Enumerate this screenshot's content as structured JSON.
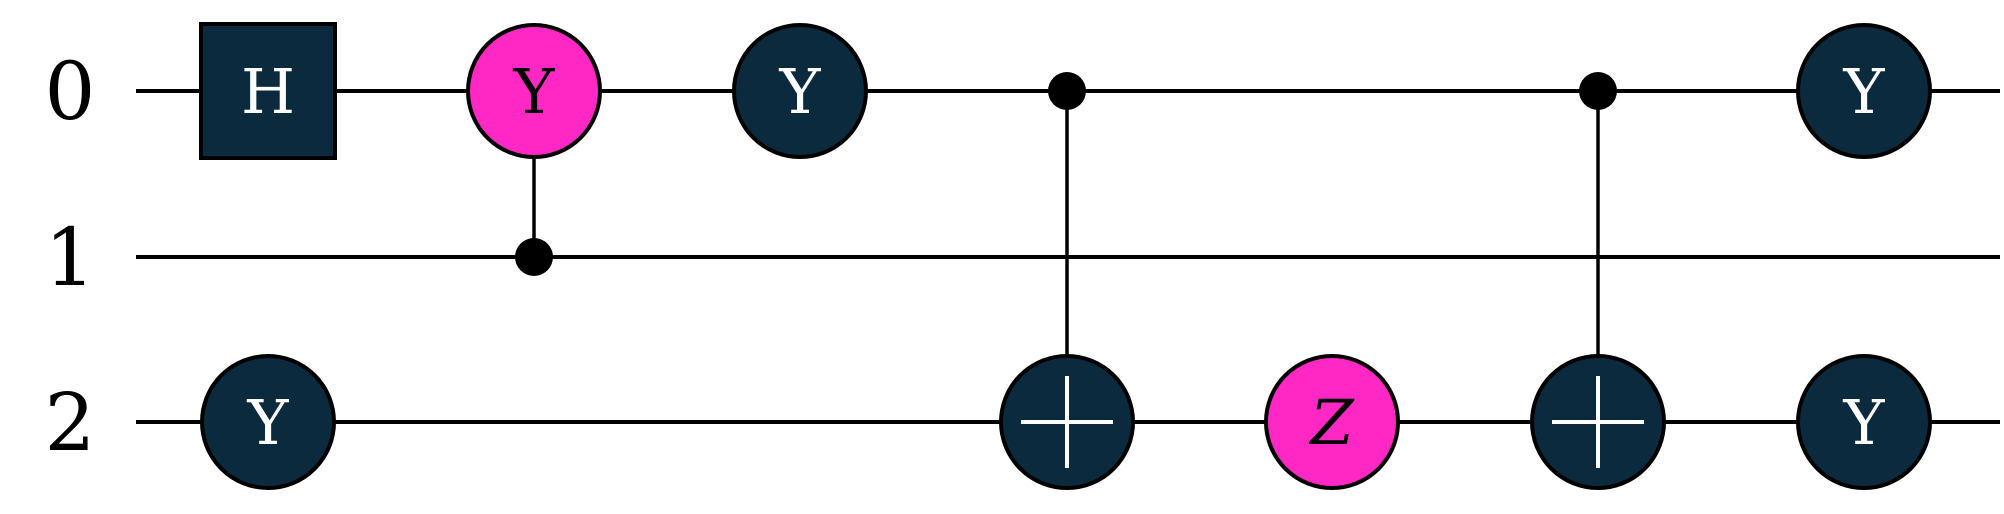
{
  "colors": {
    "gate_fill": "#0c2a3e",
    "highlight_fill": "#ff28c4",
    "gate_text_light": "#ffffff",
    "gate_text_dark": "#000000",
    "wire": "#000000"
  },
  "circuit": {
    "qubits": [
      "0",
      "1",
      "2"
    ],
    "columns": 8,
    "gates": [
      {
        "id": "h-q0",
        "kind": "box",
        "label": "H",
        "qubit": 0,
        "col": 0,
        "highlight": false
      },
      {
        "id": "y-q2-c0",
        "kind": "circle",
        "label": "Y",
        "qubit": 2,
        "col": 0,
        "highlight": false
      },
      {
        "id": "cy-target-q0",
        "kind": "circle",
        "label": "Y",
        "qubit": 0,
        "col": 1,
        "highlight": true,
        "control": 1
      },
      {
        "id": "y-q0-c2",
        "kind": "circle",
        "label": "Y",
        "qubit": 0,
        "col": 2,
        "highlight": false
      },
      {
        "id": "cnot-1",
        "kind": "xor",
        "label": "",
        "qubit": 2,
        "col": 3,
        "highlight": false,
        "control": 0
      },
      {
        "id": "z-q2",
        "kind": "circle",
        "label": "Z",
        "qubit": 2,
        "col": 4,
        "highlight": true,
        "italic": true
      },
      {
        "id": "cnot-2",
        "kind": "xor",
        "label": "",
        "qubit": 2,
        "col": 5,
        "highlight": false,
        "control": 0
      },
      {
        "id": "y-q0-c6",
        "kind": "circle",
        "label": "Y",
        "qubit": 0,
        "col": 6,
        "highlight": false
      },
      {
        "id": "y-q2-c6",
        "kind": "circle",
        "label": "Y",
        "qubit": 2,
        "col": 6,
        "highlight": false
      }
    ]
  }
}
